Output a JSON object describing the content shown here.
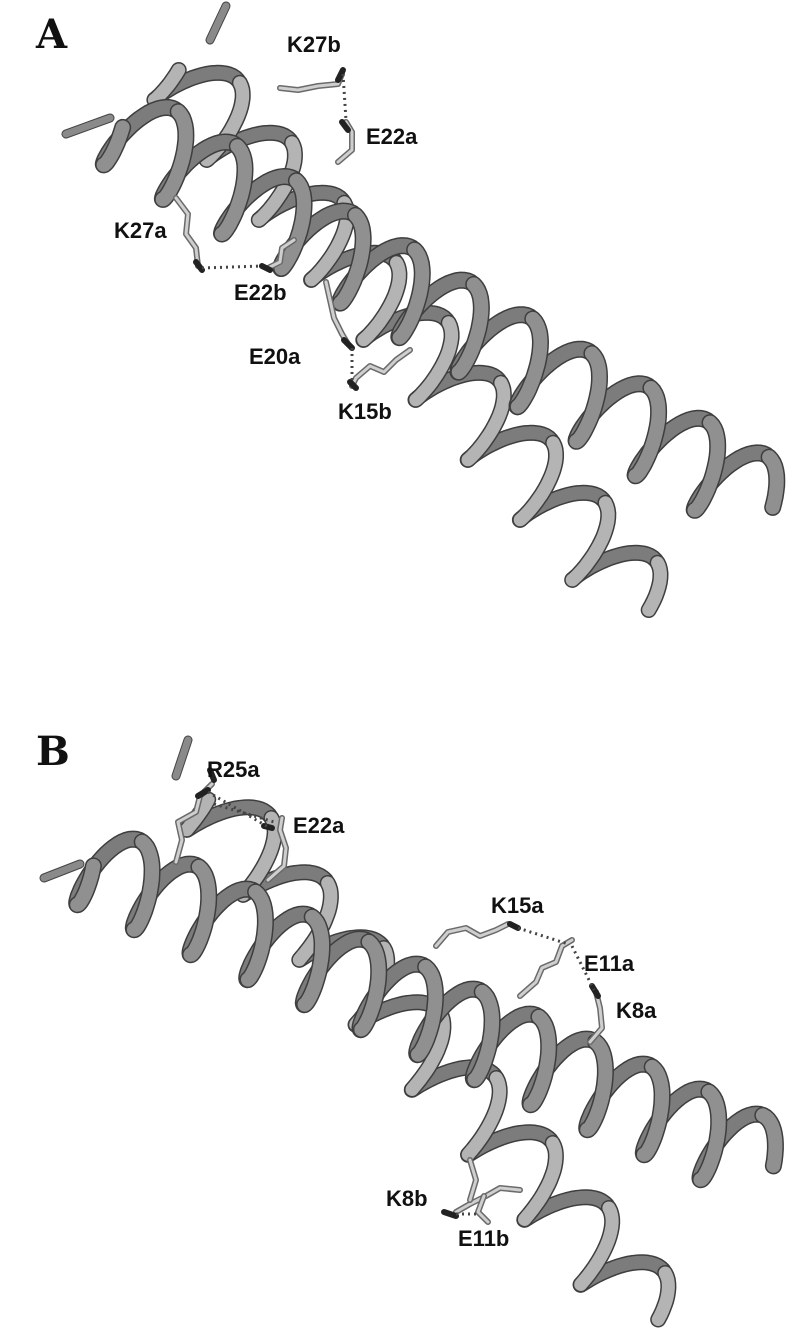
{
  "panels": [
    {
      "letter": "A",
      "labels": {
        "k27b": "K27b",
        "e22a": "E22a",
        "k27a": "K27a",
        "e22b": "E22b",
        "e20a": "E20a",
        "k15b": "K15b"
      }
    },
    {
      "letter": "B",
      "labels": {
        "r25a": "R25a",
        "e22a": "E22a",
        "k15a": "K15a",
        "e11a": "E11a",
        "k8a": "K8a",
        "k8b": "K8b",
        "e11b": "E11b"
      }
    }
  ]
}
